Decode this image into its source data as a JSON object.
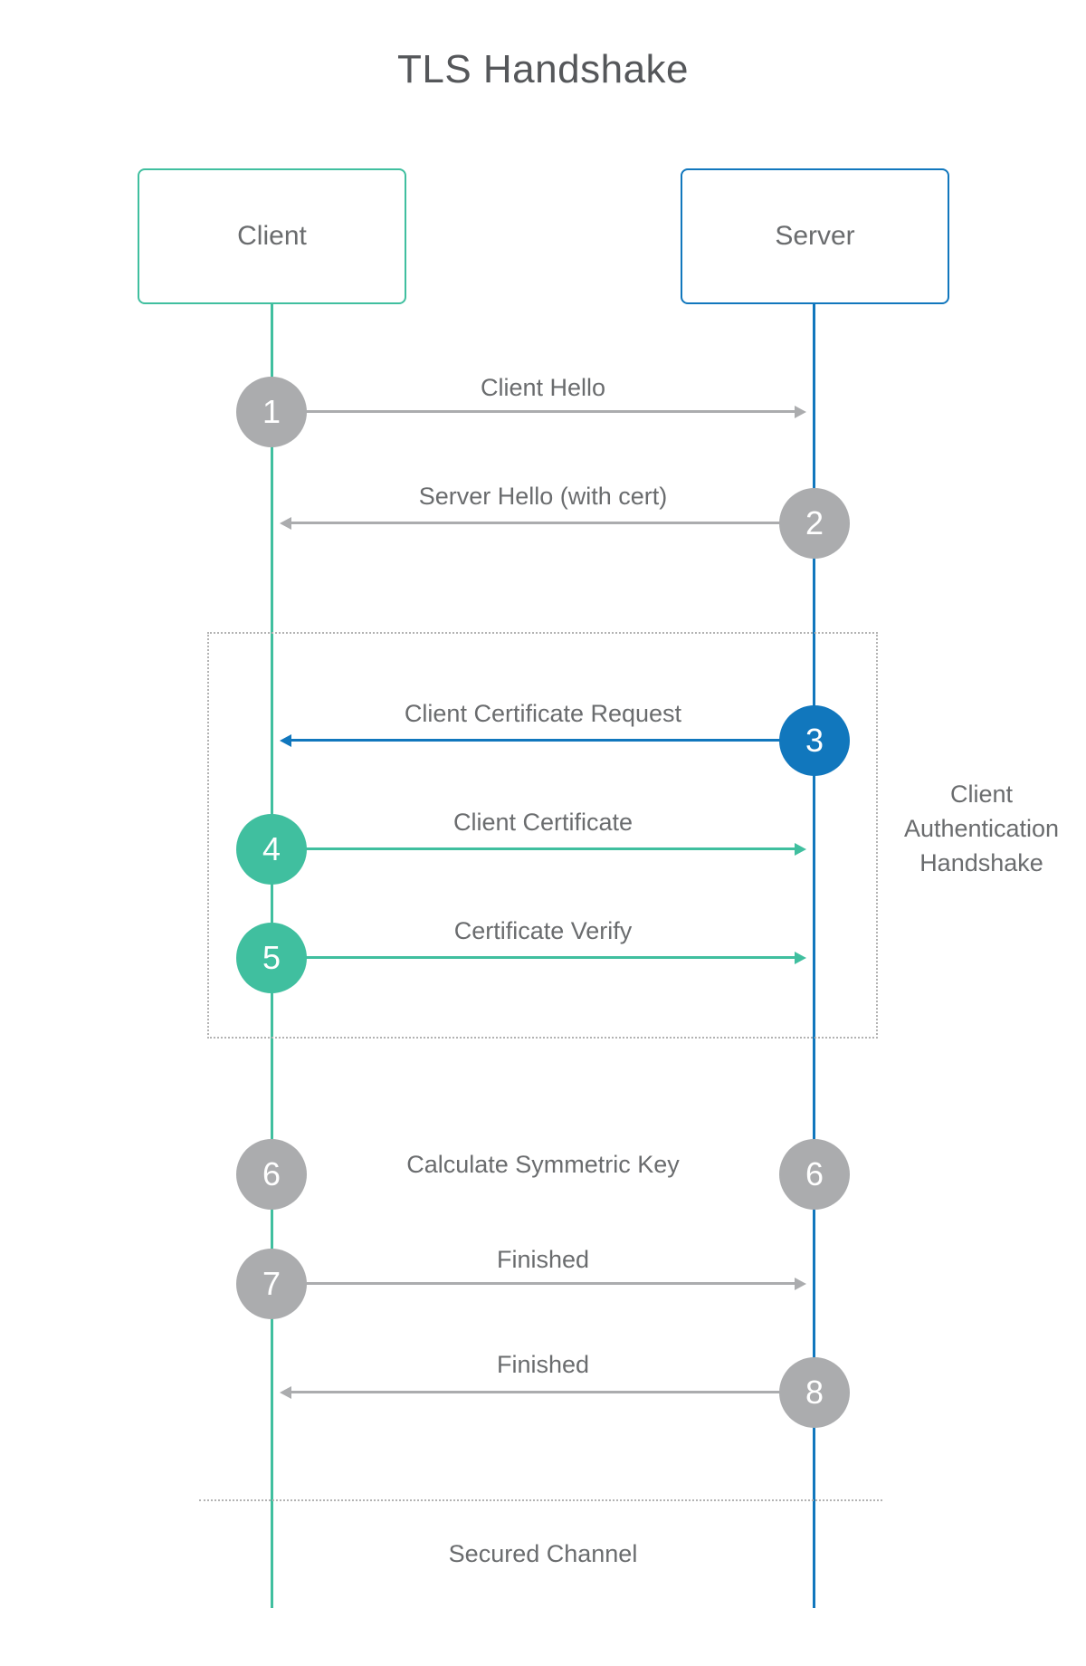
{
  "title": "TLS Handshake",
  "actors": {
    "client": {
      "label": "Client"
    },
    "server": {
      "label": "Server"
    }
  },
  "steps": [
    {
      "number": "1",
      "label": "Client Hello",
      "from": "client",
      "to": "server",
      "color": "gray"
    },
    {
      "number": "2",
      "label": "Server Hello (with cert)",
      "from": "server",
      "to": "client",
      "color": "gray"
    },
    {
      "number": "3",
      "label": "Client Certificate Request",
      "from": "server",
      "to": "client",
      "color": "blue"
    },
    {
      "number": "4",
      "label": "Client Certificate",
      "from": "client",
      "to": "server",
      "color": "green"
    },
    {
      "number": "5",
      "label": "Certificate Verify",
      "from": "client",
      "to": "server",
      "color": "green"
    },
    {
      "number": "6",
      "label": "Calculate Symmetric Key",
      "on": "both",
      "color": "gray"
    },
    {
      "number": "7",
      "label": "Finished",
      "from": "client",
      "to": "server",
      "color": "gray"
    },
    {
      "number": "8",
      "label": "Finished",
      "from": "server",
      "to": "client",
      "color": "gray"
    }
  ],
  "annotations": {
    "auth_group_label": "Client\nAuthentication\nHandshake",
    "secured_channel_label": "Secured Channel"
  },
  "colors": {
    "green": "#40BF9F",
    "blue": "#1177BD",
    "gray": "#ABACAE",
    "text": "#6A6C6E",
    "title": "#55575A",
    "dotted": "#B3B3B3"
  }
}
